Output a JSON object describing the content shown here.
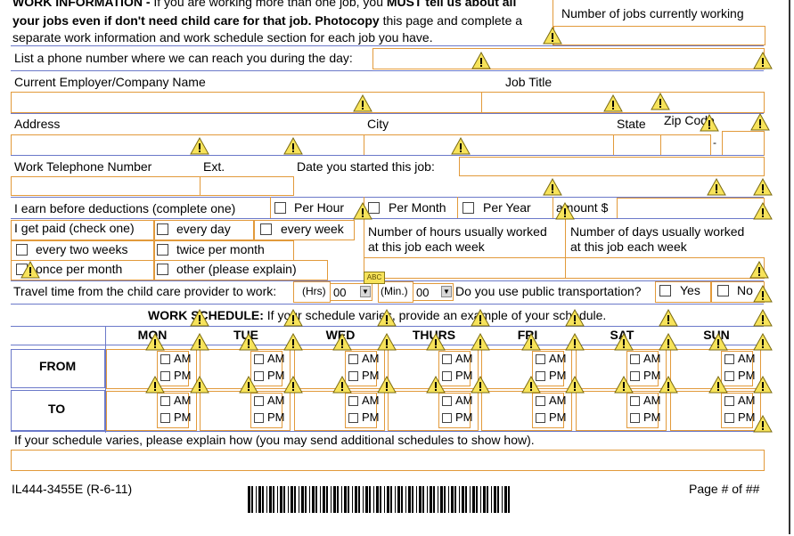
{
  "intro": {
    "line1_bold": "WORK INFORMATION - ",
    "line1_rest": "If you are working more than one job, you ",
    "line1_bold2": "MUST tell us about all",
    "line2_bold": "your jobs even if don't need child care for that job. Photocopy",
    "line2_rest": " this page and complete a",
    "line3": "separate work information and work schedule section for each job you have."
  },
  "jobs_count_label": "Number of jobs currently working",
  "phone_label": "List a phone number where we can reach you during the day:",
  "employer_label": "Current Employer/Company Name",
  "job_title_label": "Job Title",
  "address_label": "Address",
  "city_label": "City",
  "state_label": "State",
  "zip_label": "Zip Code",
  "zip_dash": "-",
  "work_phone_label": "Work Telephone Number",
  "ext_label": "Ext.",
  "date_started_label": "Date you started this job:",
  "earn_label": "I earn before deductions (complete one)",
  "per_hour": "Per Hour",
  "per_month": "Per Month",
  "per_year": "Per Year",
  "amount_label": "amount $",
  "paid_label": "I get paid (check one)",
  "every_day": "every day",
  "every_week": "every week",
  "every_two_weeks": "every two weeks",
  "twice_per_month": "twice per month",
  "once_per_month": "once per month",
  "other_explain": "other (please explain)",
  "hours_label_1": "Number of hours usually worked",
  "hours_label_2": "at this job each week",
  "days_label_1": "Number of days usually worked",
  "days_label_2": "at this job each week",
  "travel_label": "Travel time from the child care provider to work:",
  "hrs_label": "(Hrs)",
  "hrs_value": "00",
  "min_label": "(Min.)",
  "min_value": "00",
  "spell_badge": "ABC",
  "transport_label": "Do you use public transportation?",
  "yes_label": "Yes",
  "no_label": "No",
  "schedule": {
    "title_bold": "WORK SCHEDULE:",
    "title_rest": " If your schedule varies, provide an example of your schedule.",
    "days": [
      "MON",
      "TUE",
      "WED",
      "THURS",
      "FRI",
      "SAT",
      "SUN"
    ],
    "from_label": "FROM",
    "to_label": "TO",
    "am": "AM",
    "pm": "PM"
  },
  "varies_label": "If your schedule varies, please explain how (you may send additional schedules to show how).",
  "form_id": "IL444-3455E (R-6-11)",
  "page_label": "Page # of ##",
  "colors": {
    "field_border": "#e29a3b",
    "rule_blue": "#6b79c9",
    "warn_fill": "#f7e35a"
  }
}
